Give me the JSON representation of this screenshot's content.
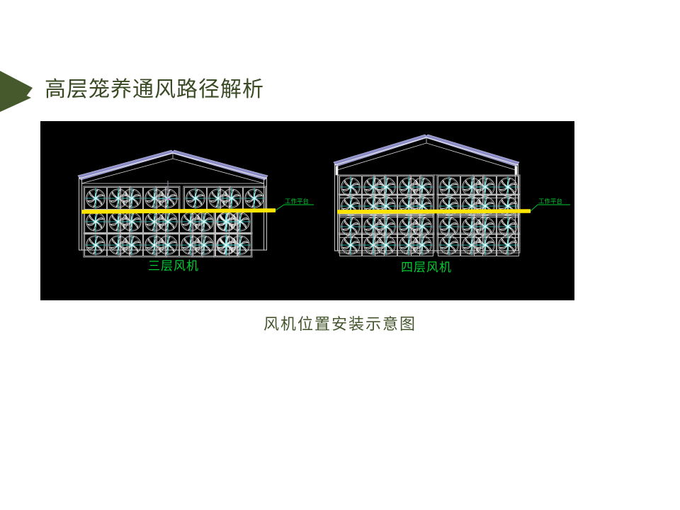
{
  "slide": {
    "title": "高层笼养通风路径解析",
    "bullet_icon": "triangle-chevron-icon",
    "title_color": "#3a4a24",
    "background_color": "#ffffff"
  },
  "figure": {
    "name": "fan-installation-diagram",
    "background_color": "#000000",
    "caption": "风机位置安装示意图",
    "caption_color": "#45552e",
    "colors": {
      "outline": "#e6e6e6",
      "roof_band": "#8e8ec8",
      "fan_blade": "#dcdcdc",
      "fan_hub": "#7fffff",
      "fan_axis": "#2fd0d0",
      "platform_line": "#ffe500",
      "label_green": "#00cc33"
    },
    "diagrams": [
      {
        "id": "three-layer-house",
        "label": "三层风机",
        "platform_label": "工作平台",
        "rows": 3,
        "groups_per_row": 5,
        "fans_per_group": 2,
        "fans_per_row": 10,
        "total_fans": 30,
        "platform_row_index": 2
      },
      {
        "id": "four-layer-house",
        "label": "四层风机",
        "platform_label": "工作平台",
        "rows": 4,
        "groups_per_row": 5,
        "fans_per_group": 2,
        "fans_per_row": 9,
        "total_fans": 36,
        "platform_row_index": 2
      }
    ]
  }
}
